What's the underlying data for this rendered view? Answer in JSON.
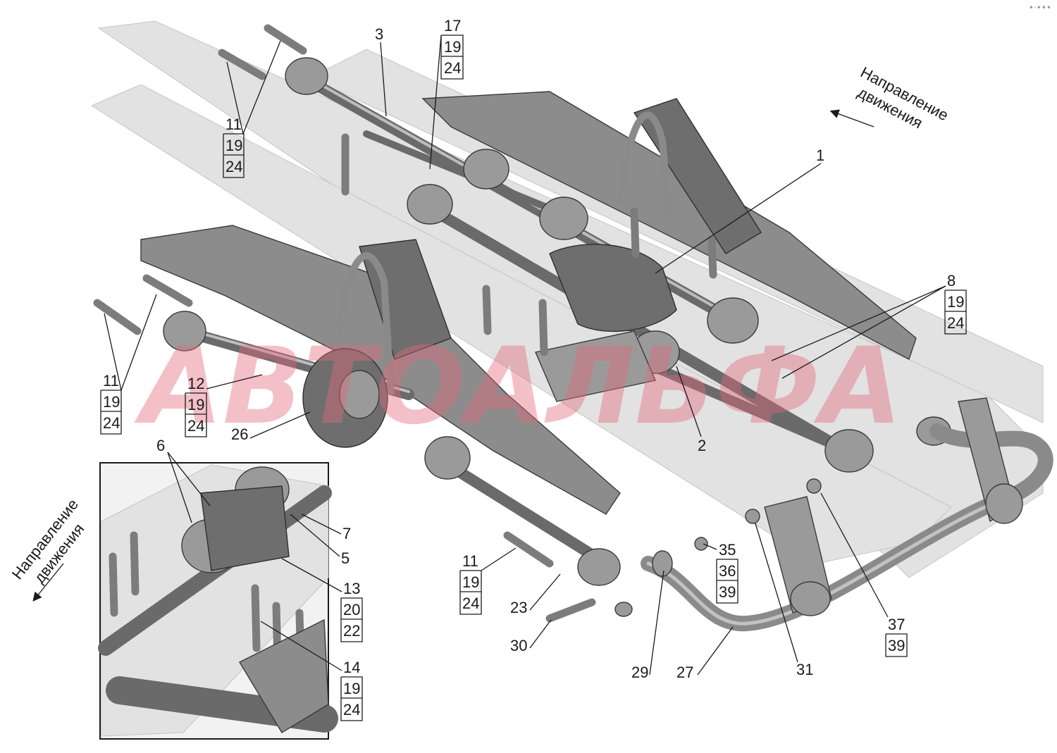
{
  "watermark": "АВТОАЛЬФА",
  "direction_main": {
    "line1": "Направление",
    "line2": "движения"
  },
  "direction_inset": {
    "line1": "Направление",
    "line2": "движения"
  },
  "labels": {
    "l1": "1",
    "l2": "2",
    "l3": "3",
    "l5": "5",
    "l6": "6",
    "l7": "7",
    "l8": "8",
    "l8_19": "19",
    "l8_24": "24",
    "l11a": "11",
    "l11a_19": "19",
    "l11a_24": "24",
    "l11b": "11",
    "l11b_19": "19",
    "l11b_24": "24",
    "l11c": "11",
    "l11c_19": "19",
    "l11c_24": "24",
    "l12": "12",
    "l12_19": "19",
    "l12_24": "24",
    "l13": "13",
    "l13_20": "20",
    "l13_22": "22",
    "l14": "14",
    "l14_19": "19",
    "l14_24": "24",
    "l17": "17",
    "l17_19": "19",
    "l17_24": "24",
    "l23": "23",
    "l26": "26",
    "l27": "27",
    "l29": "29",
    "l30": "30",
    "l31": "31",
    "l35": "35",
    "l35_36": "36",
    "l35_39": "39",
    "l37": "37",
    "l37_39": "39"
  },
  "icons": {
    "menu": "more-dots-icon",
    "direction": "direction-arrow-icon"
  }
}
